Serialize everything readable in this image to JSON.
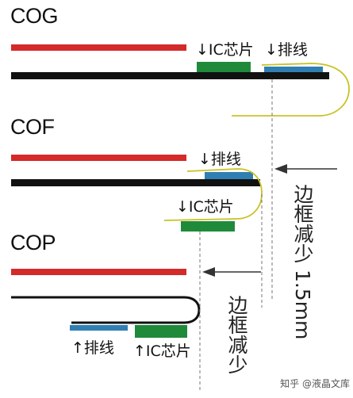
{
  "sections": {
    "cog": {
      "title": "COG",
      "ic_label": "↓IC芯片",
      "flex_label": "↓排线"
    },
    "cof": {
      "title": "COF",
      "flex_label": "↓排线",
      "ic_label": "↓IC芯片",
      "reduction_note": "边框减少 1.5mm"
    },
    "cop": {
      "title": "COP",
      "flex_label": "↑排线",
      "ic_label": "↑IC芯片",
      "reduction_note": "边框减少"
    }
  },
  "watermark": "知乎 @液晶文库",
  "colors": {
    "red_layer": "#d42a2a",
    "black_layer": "#111111",
    "ic_chip": "#1f8a3a",
    "flex_cable": "#2f7fb3",
    "flex_wire": "#c9c227",
    "guide_line": "#777777",
    "arrow": "#333333"
  }
}
